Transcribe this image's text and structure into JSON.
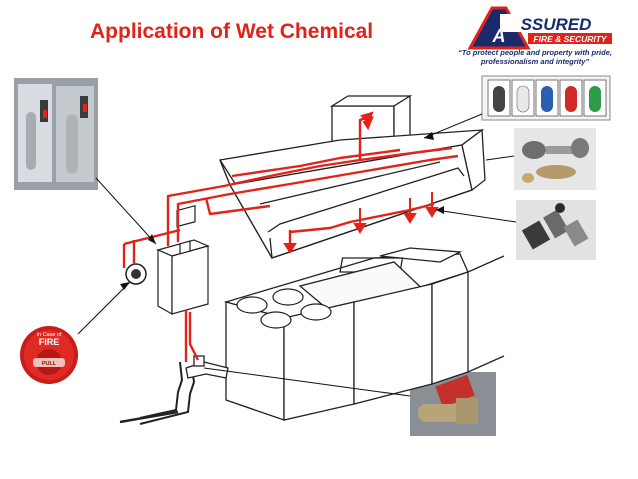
{
  "title": "Application of Wet Chemical",
  "brand": {
    "name": "SSURED",
    "initial": "A",
    "subname": "FIRE & SECURITY",
    "tagline": "“To protect people and property with pride, professionalism and integrity”",
    "colors": {
      "primary": "#1a2a6c",
      "accent": "#e2231a"
    }
  },
  "callouts": {
    "cylinders": "agent-cylinders-photo",
    "pull_station": {
      "line1": "In Case of",
      "line2": "FIRE",
      "line3": "PULL"
    },
    "nozzles": "nozzle-caps-photo",
    "fittings": "fittings-photo",
    "detector": "nozzle-photo",
    "valve": "gas-valve-photo"
  },
  "colors": {
    "pipe": "#e2231a",
    "outline": "#222222",
    "arrow": "#111111"
  }
}
